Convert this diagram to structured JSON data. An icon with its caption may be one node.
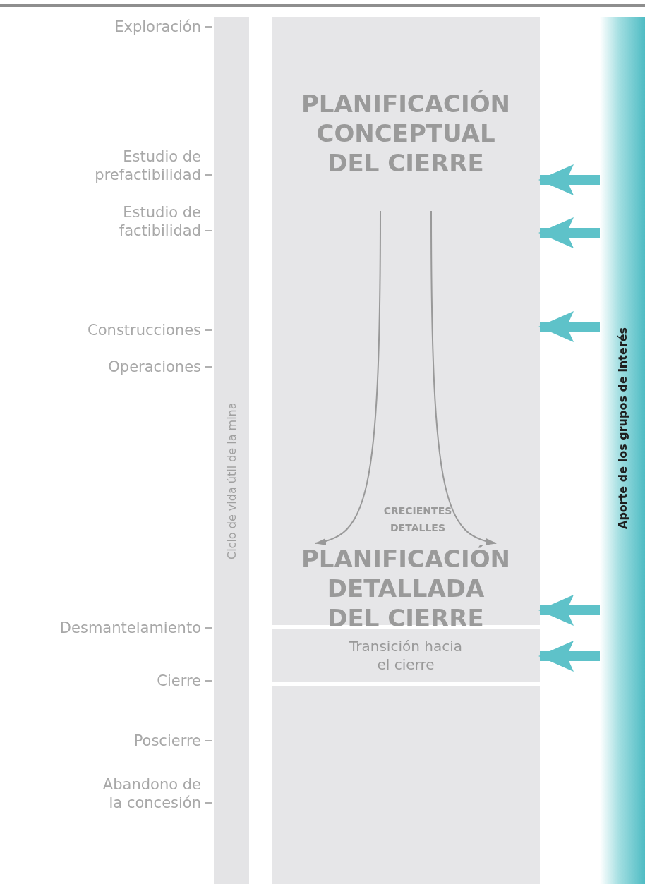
{
  "diagram": {
    "nodes": [
      {
        "text": [
          "Ciclo de vida útil de la mina"
        ]
      },
      {
        "text": [],
        "shape": "box"
      },
      {
        "text": [
          "PLANIFICACIÓN CONCEPTUAL DEL CIERRE"
        ],
        "in": 1
      },
      {
        "text": [
          "PLANIFICACIÓN DETALLADA DEL CIERRE"
        ],
        "in": 1
      },
      {
        "text": [
          "Transición hacia el cierre"
        ]
      },
      {
        "text": [],
        "shape": "box"
      },
      {
        "text": [
          "Aporte de los grupos de interés"
        ]
      }
    ],
    "edges": [
      {
        "from": 2,
        "to": 3,
        "arrow": "to",
        "color": "#999999"
      },
      {
        "from": 2,
        "to": 3,
        "arrow": "to",
        "color": "#999999"
      },
      {
        "from": 6,
        "to": 1,
        "arrow": "to"
      },
      {
        "from": 6,
        "to": 1,
        "arrow": "to"
      },
      {
        "from": 6,
        "to": 1,
        "arrow": "to"
      },
      {
        "from": 6,
        "to": 1,
        "arrow": "to"
      },
      {
        "from": 6,
        "to": 4,
        "arrow": "to"
      }
    ],
    "labels": [
      "Exploración",
      "Estudio de prefactibilidad",
      "Estudio de factibilidad",
      "Construcciones",
      "Operaciones",
      "CRECIENTES DETALLES",
      "Desmantelamiento",
      "Cierre",
      "Poscierre",
      "Abandono de la concesión"
    ]
  }
}
